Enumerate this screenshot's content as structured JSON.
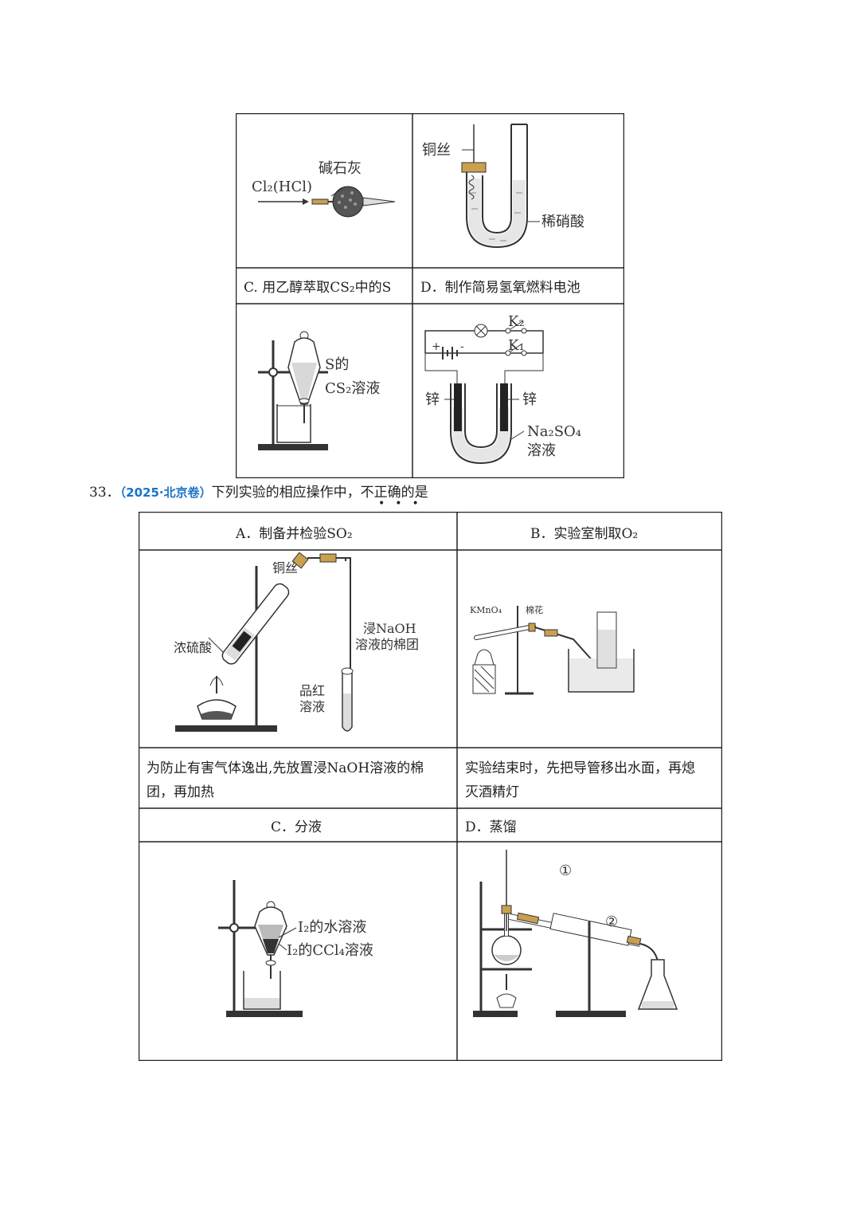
{
  "table1": {
    "top_left": {
      "label_gas": "Cl₂(HCl)",
      "label_reagent": "碱石灰"
    },
    "top_right": {
      "label_wire": "铜丝",
      "label_acid": "稀硝酸"
    },
    "option_c": "C. 用乙醇萃取CS₂中的S",
    "option_d": "D．制作简易氢氧燃料电池",
    "bottom_left": {
      "label_s": "S的",
      "label_cs2": "CS₂溶液"
    },
    "bottom_right": {
      "k2": "K₂",
      "k1": "K₁",
      "plus": "+",
      "minus": "-",
      "zinc_left": "锌",
      "zinc_right": "锌",
      "na2so4": "Na₂SO₄",
      "solution": "溶液"
    }
  },
  "question": {
    "number": "33．",
    "source": "（2025·北京卷）",
    "text": "下列实验的相应操作中，不正确的是",
    "emphasis_marks": "•••"
  },
  "table2": {
    "header_a": "A．制备并检验SO₂",
    "header_b": "B．实验室制取O₂",
    "a_labels": {
      "wire": "铜丝",
      "acid": "浓硫酸",
      "naoh1": "浸NaOH",
      "naoh2": "溶液的棉团",
      "pinhong1": "品红",
      "pinhong2": "溶液"
    },
    "b_labels": {
      "kmno4": "KMnO₄",
      "cotton": "棉花"
    },
    "op_a_line1": "为防止有害气体逸出,先放置浸NaOH溶液的棉",
    "op_a_line2": "团，再加热",
    "op_b_line1": "实验结束时，先把导管移出水面，再熄",
    "op_b_line2": "灭酒精灯",
    "header_c": "C．分液",
    "header_d": "D．蒸馏",
    "c_labels": {
      "water_sol": "I₂的水溶液",
      "ccl4_sol": "I₂的CCl₄溶液"
    },
    "d_labels": {
      "one": "①",
      "two": "②"
    }
  }
}
